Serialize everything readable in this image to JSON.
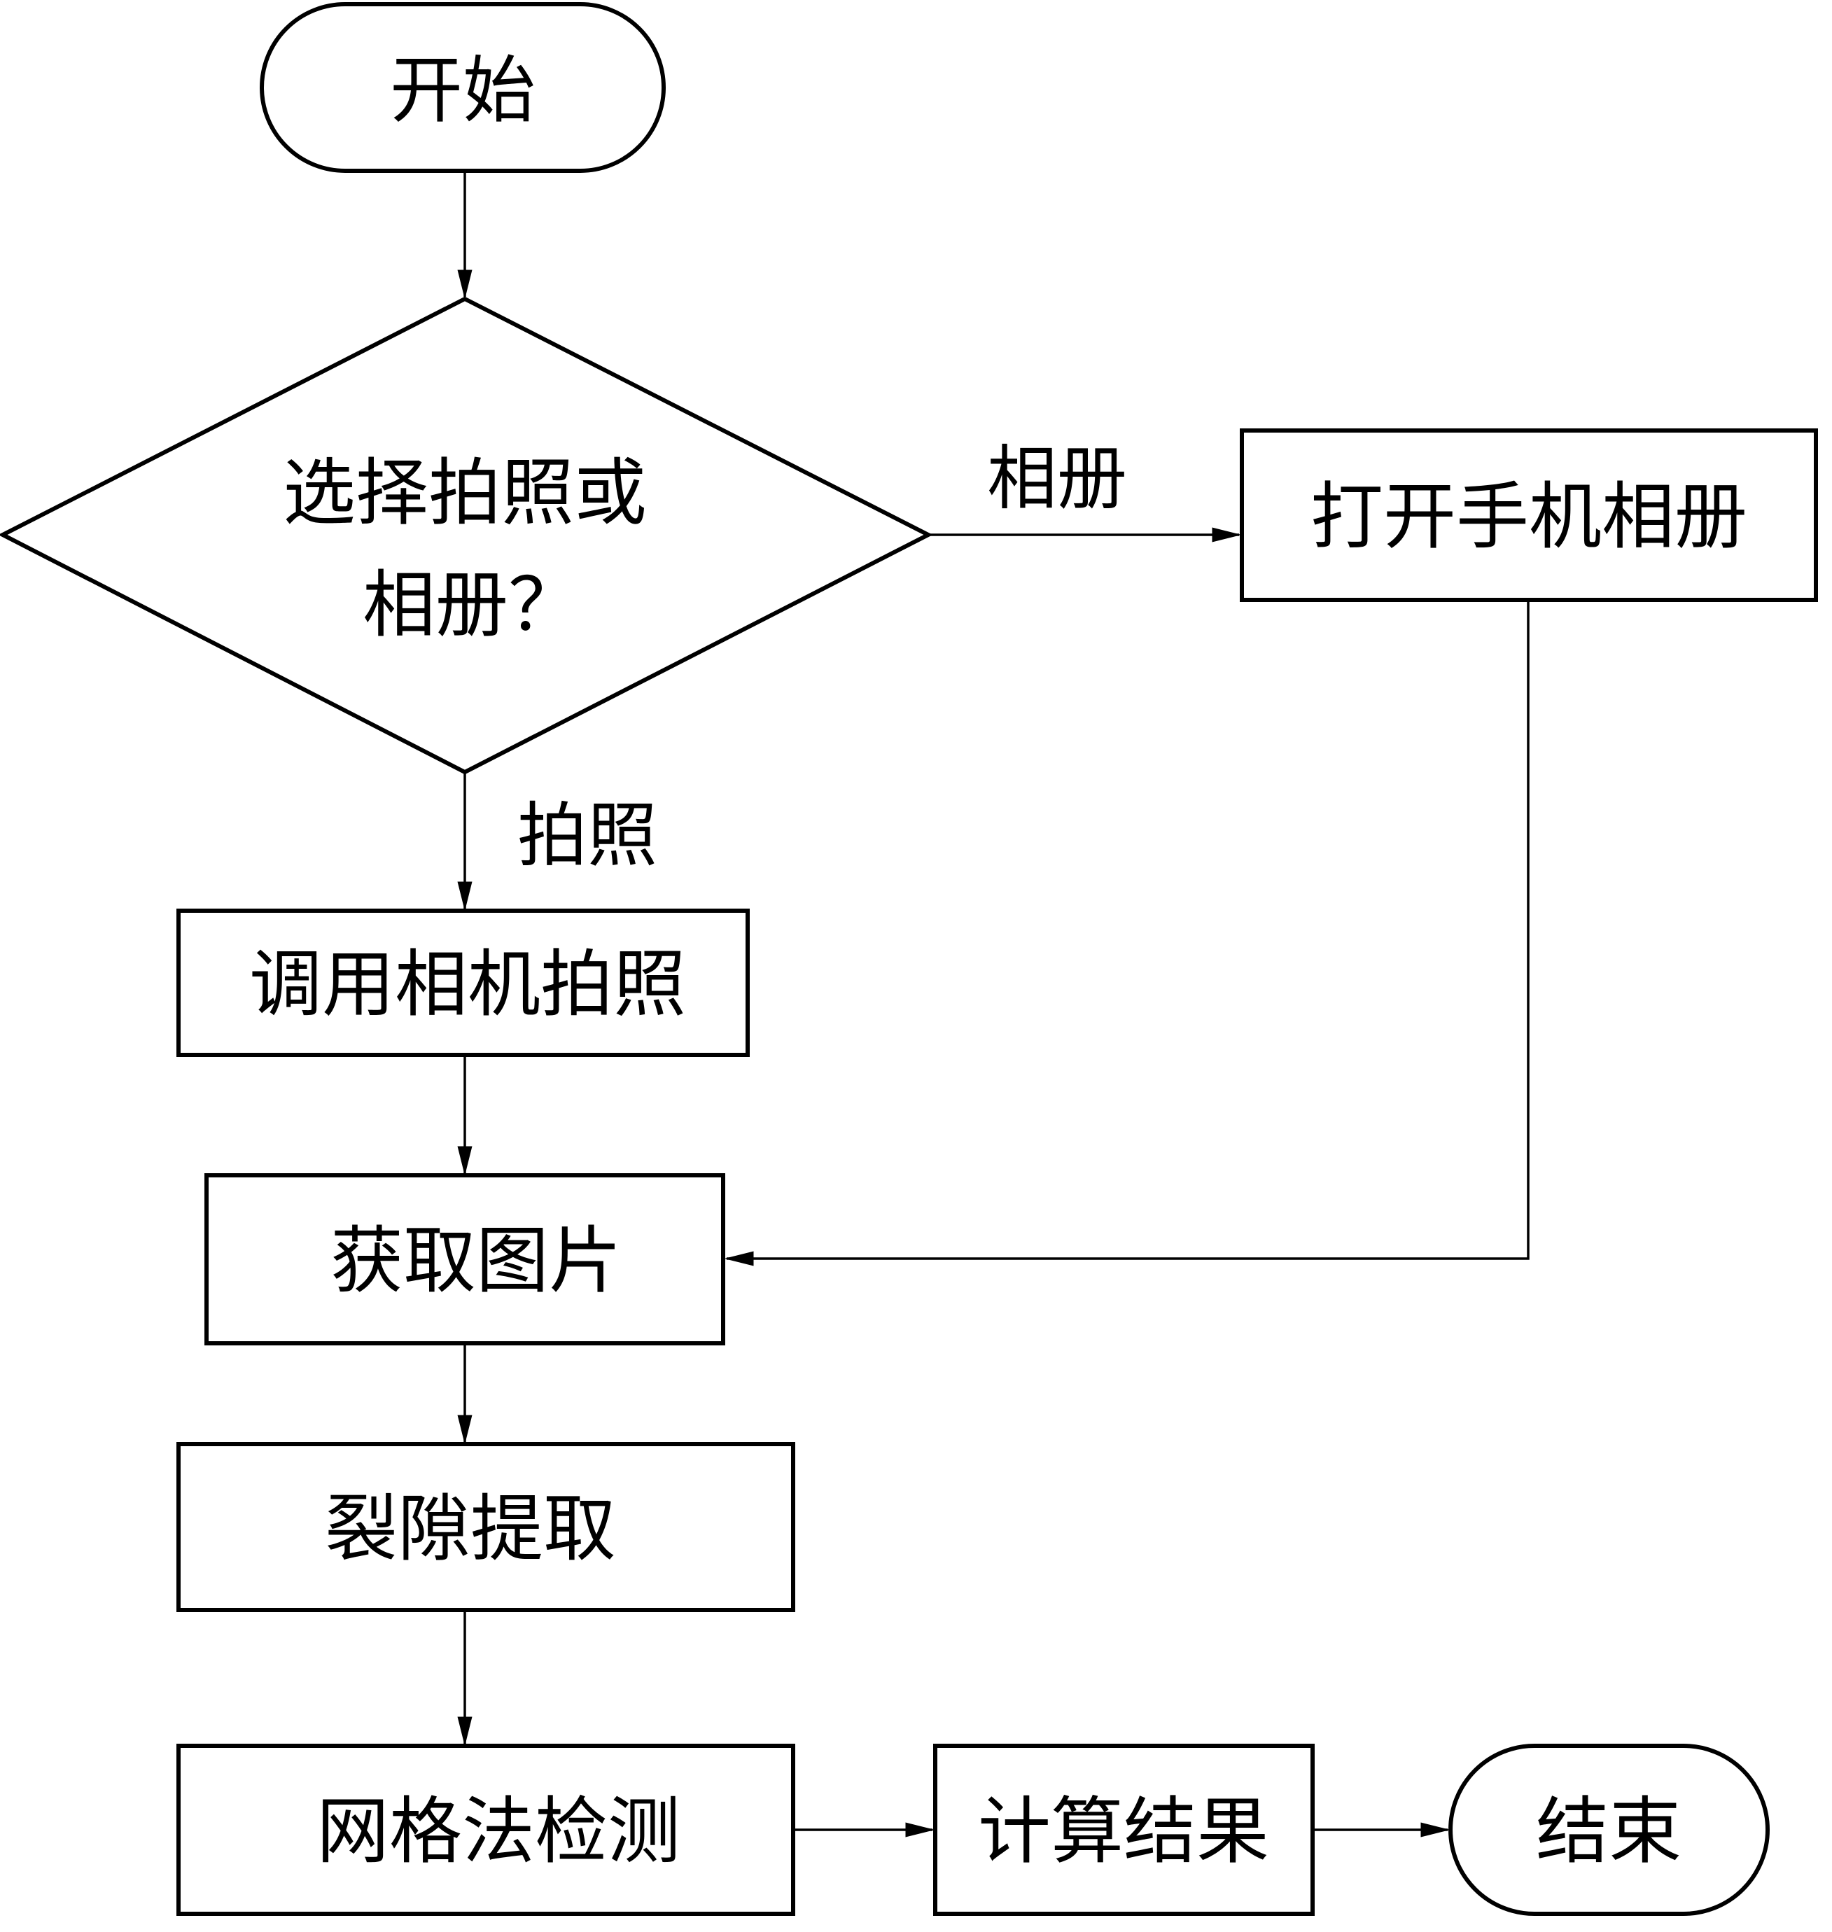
{
  "diagram": {
    "type": "flowchart",
    "nodes": {
      "start": "开始",
      "decision_line1": "选择拍照或",
      "decision_line2": "相册？",
      "open_album": "打开手机相册",
      "call_camera": "调用相机拍照",
      "get_image": "获取图片",
      "crack_extract": "裂隙提取",
      "grid_detect": "网格法检测",
      "compute_result": "计算结果",
      "end": "结束"
    },
    "edge_labels": {
      "album": "相册",
      "photo": "拍照"
    },
    "edges": [
      {
        "from": "start",
        "to": "decision"
      },
      {
        "from": "decision",
        "to": "open_album",
        "label": "相册"
      },
      {
        "from": "decision",
        "to": "call_camera",
        "label": "拍照"
      },
      {
        "from": "call_camera",
        "to": "get_image"
      },
      {
        "from": "open_album",
        "to": "get_image"
      },
      {
        "from": "get_image",
        "to": "crack_extract"
      },
      {
        "from": "crack_extract",
        "to": "grid_detect"
      },
      {
        "from": "grid_detect",
        "to": "compute_result"
      },
      {
        "from": "compute_result",
        "to": "end"
      }
    ]
  }
}
